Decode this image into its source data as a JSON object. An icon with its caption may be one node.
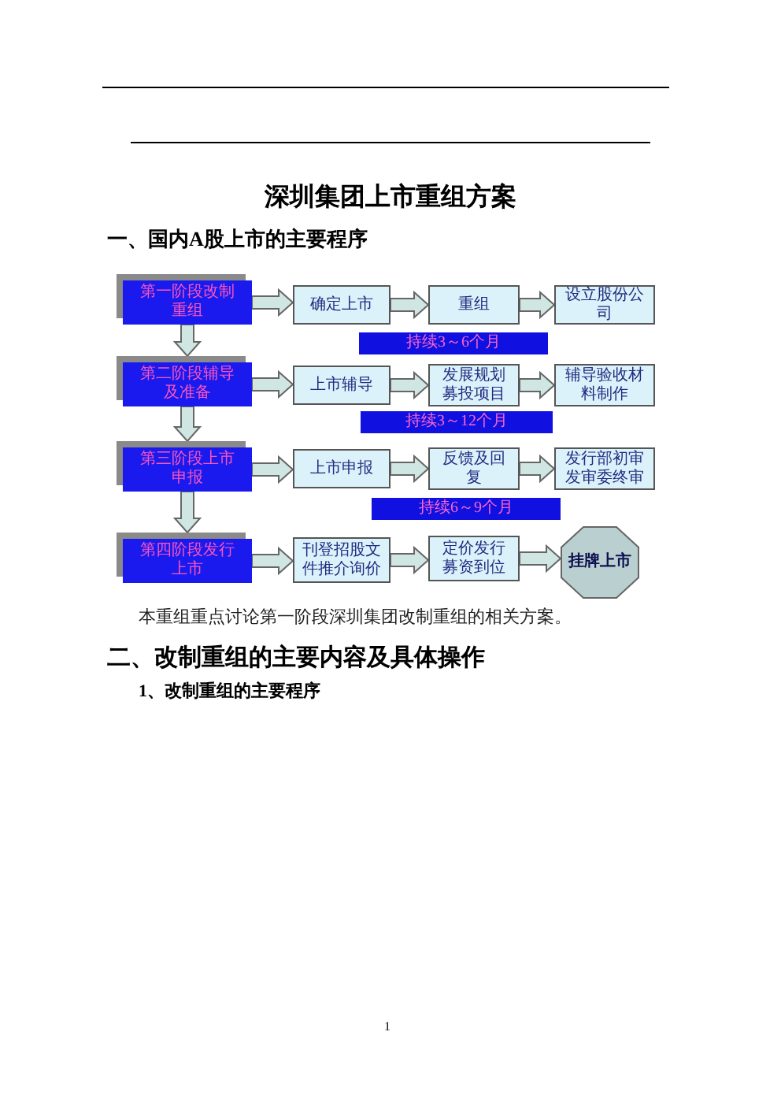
{
  "diagram": {
    "title": "深圳集团上市重组方案",
    "nodes": [
      {
        "text": [
          "第一阶段改制重组"
        ]
      },
      {
        "text": [
          "确定上市"
        ]
      },
      {
        "text": [
          "重组"
        ]
      },
      {
        "text": [
          "设立股份公司"
        ]
      },
      {
        "text": [
          "持续3～6个月"
        ]
      },
      {
        "text": [
          "第二阶段辅导及准备"
        ]
      },
      {
        "text": [
          "上市辅导"
        ]
      },
      {
        "text": [
          "发展规划募投项目"
        ]
      },
      {
        "text": [
          "辅导验收材料制作"
        ]
      },
      {
        "text": [
          "持续3～12个月"
        ]
      },
      {
        "text": [
          "第三阶段上市申报"
        ]
      },
      {
        "text": [
          "上市申报"
        ]
      },
      {
        "text": [
          "反馈及回复"
        ]
      },
      {
        "text": [
          "发行部初审发审委终审"
        ]
      },
      {
        "text": [
          "持续6～9个月"
        ]
      },
      {
        "text": [
          "第四阶段发行上市"
        ]
      },
      {
        "text": [
          "刊登招股文件推介询价"
        ]
      },
      {
        "text": [
          "定价发行募资到位"
        ]
      },
      {
        "text": [
          "挂牌上市"
        ]
      }
    ],
    "edges": [
      {
        "from": 0,
        "to": 1,
        "arrow": "to"
      },
      {
        "from": 1,
        "to": 2,
        "arrow": "to"
      },
      {
        "from": 2,
        "to": 3,
        "arrow": "to"
      },
      {
        "from": 0,
        "to": 5,
        "arrow": "to"
      },
      {
        "from": 5,
        "to": 6,
        "arrow": "to"
      },
      {
        "from": 6,
        "to": 7,
        "arrow": "to"
      },
      {
        "from": 7,
        "to": 8,
        "arrow": "to"
      },
      {
        "from": 5,
        "to": 10,
        "arrow": "to"
      },
      {
        "from": 10,
        "to": 11,
        "arrow": "to"
      },
      {
        "from": 11,
        "to": 12,
        "arrow": "to"
      },
      {
        "from": 12,
        "to": 13,
        "arrow": "to"
      },
      {
        "from": 10,
        "to": 15,
        "arrow": "to"
      },
      {
        "from": 15,
        "to": 16,
        "arrow": "to"
      },
      {
        "from": 16,
        "to": 17,
        "arrow": "to"
      },
      {
        "from": 17,
        "to": 18,
        "arrow": "to"
      }
    ],
    "labels": [
      "一、国内A股上市的主要程序",
      "本重组重点讨论第一阶段深圳集团改制重组的相关方案。",
      "二、改制重组的主要内容及具体操作",
      "1、改制重组的主要程序",
      "1"
    ]
  }
}
